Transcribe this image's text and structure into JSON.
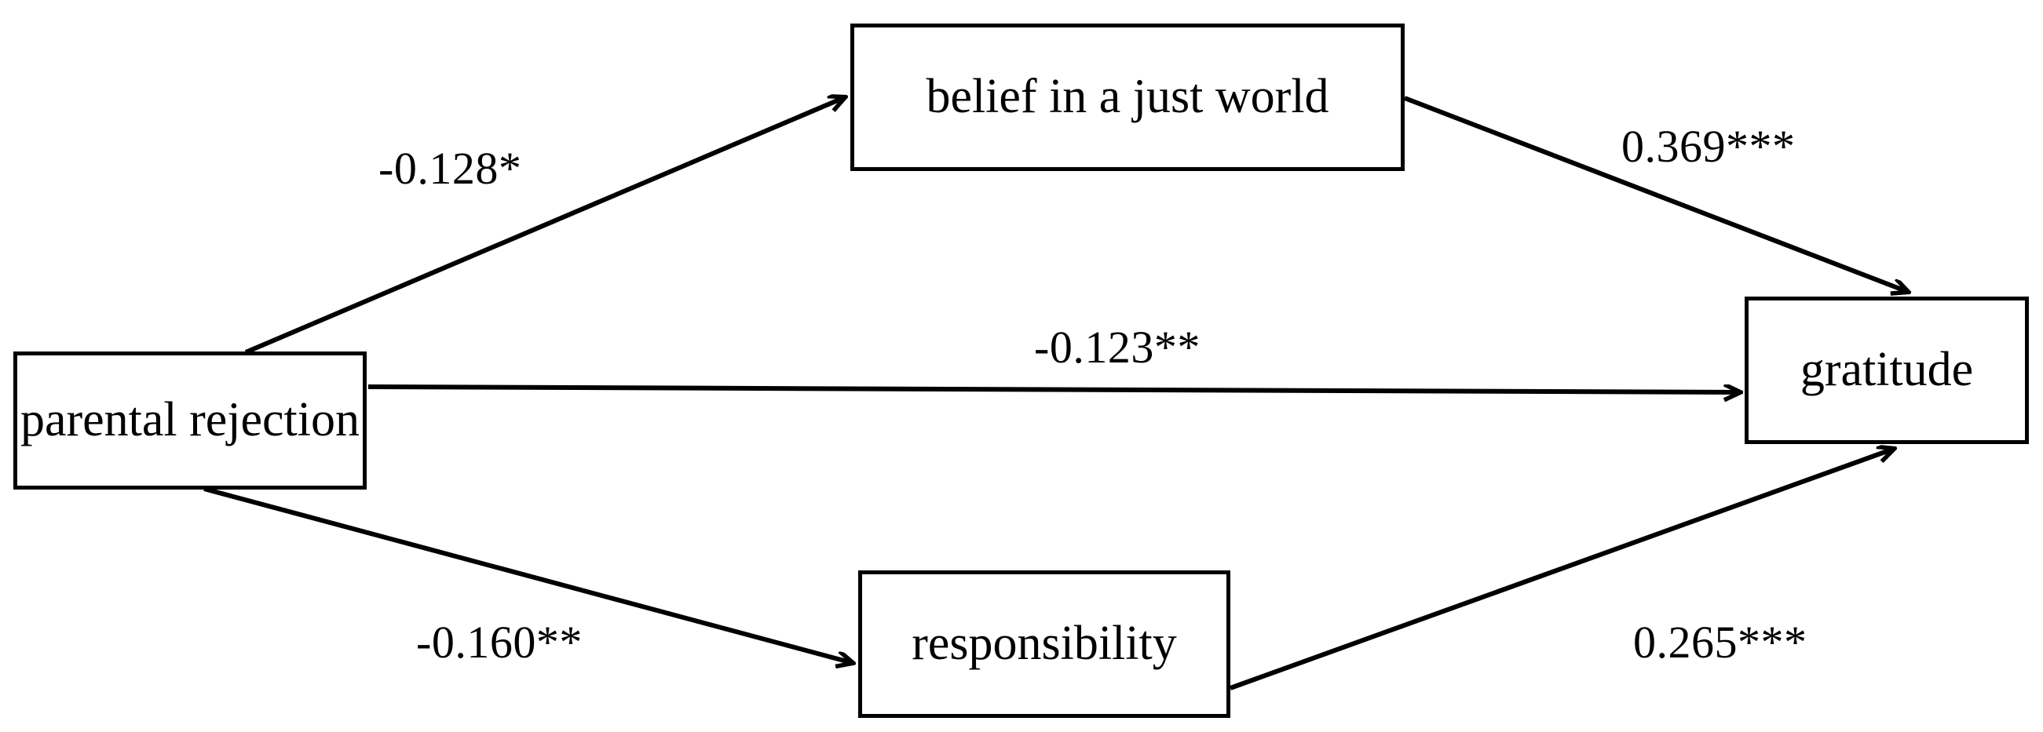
{
  "diagram": {
    "type": "path-model",
    "nodes": [
      {
        "id": "parental-rejection",
        "label": "parental rejection"
      },
      {
        "id": "belief-in-a-just-world",
        "label": "belief in a just world"
      },
      {
        "id": "responsibility",
        "label": "responsibility"
      },
      {
        "id": "gratitude",
        "label": "gratitude"
      }
    ],
    "edges": [
      {
        "id": "pr-to-bjw",
        "from": "parental-rejection",
        "to": "belief-in-a-just-world",
        "label": "-0.128*",
        "coefficient": -0.128,
        "significance": "*"
      },
      {
        "id": "bjw-to-gr",
        "from": "belief-in-a-just-world",
        "to": "gratitude",
        "label": "0.369***",
        "coefficient": 0.369,
        "significance": "***"
      },
      {
        "id": "pr-to-gr",
        "from": "parental-rejection",
        "to": "gratitude",
        "label": "-0.123**",
        "coefficient": -0.123,
        "significance": "**"
      },
      {
        "id": "pr-to-resp",
        "from": "parental-rejection",
        "to": "responsibility",
        "label": "-0.160**",
        "coefficient": -0.16,
        "significance": "**"
      },
      {
        "id": "resp-to-gr",
        "from": "responsibility",
        "to": "gratitude",
        "label": "0.265***",
        "coefficient": 0.265,
        "significance": "***"
      }
    ],
    "colors": {
      "stroke": "#000000",
      "fill": "#ffffff",
      "text": "#000000"
    }
  },
  "chart_data": {
    "type": "diagram",
    "title": "",
    "categories": [
      "-0.128*",
      "0.369***",
      "-0.123**",
      "-0.160**",
      "0.265***"
    ],
    "values": [
      -0.128,
      0.369,
      -0.123,
      -0.16,
      0.265
    ]
  }
}
